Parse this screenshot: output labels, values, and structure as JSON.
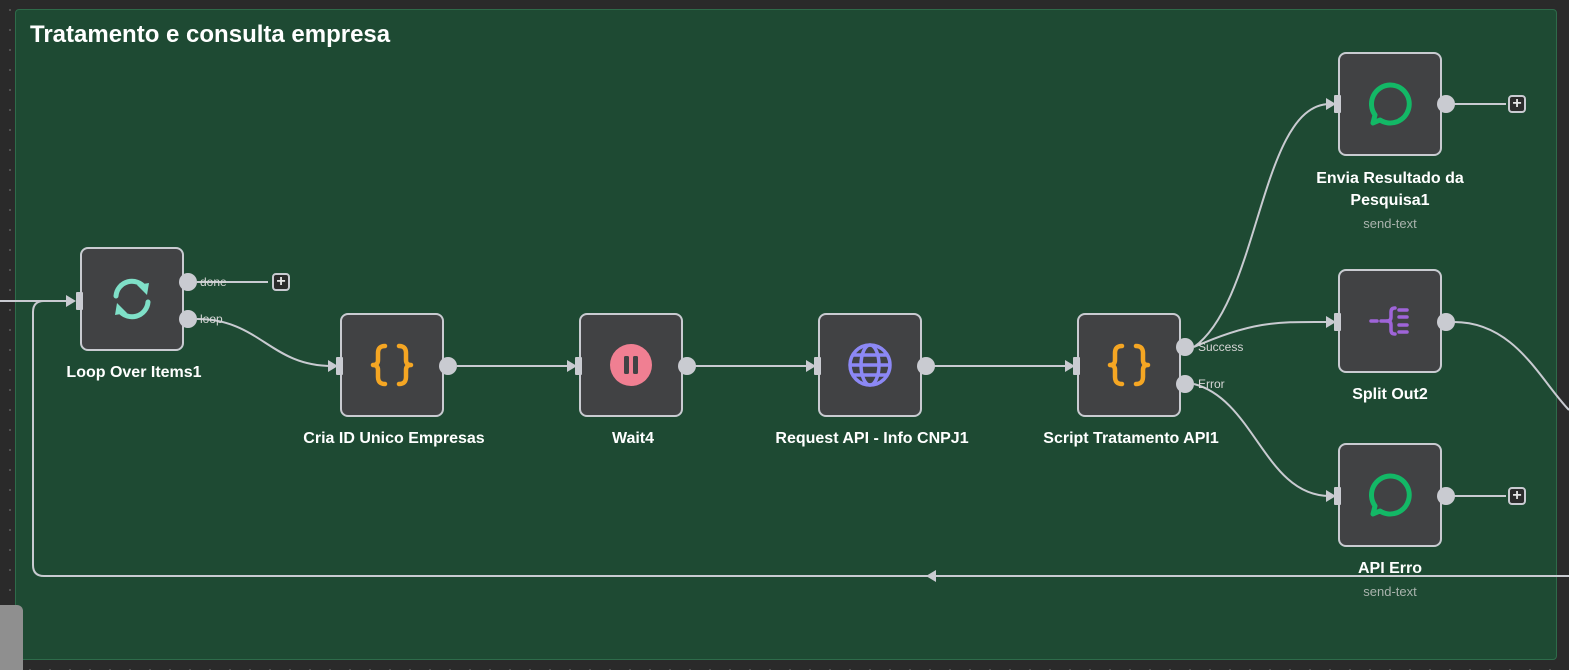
{
  "sticky": {
    "title": "Tratamento e consulta empresa"
  },
  "colors": {
    "sticky_bg": "#1e4a33",
    "node_bg": "#414244",
    "node_border": "#c9cbd1",
    "loop_icon": "#7fe0c8",
    "code_icon": "#f5a623",
    "wait_icon": "#f07f92",
    "http_icon": "#8c88f5",
    "chat_icon": "#13b866",
    "split_icon": "#9f64d9"
  },
  "nodes": {
    "loop": {
      "label": "Loop Over Items1",
      "icon": "refresh-icon",
      "outputs": {
        "done": "done",
        "loop": "loop"
      }
    },
    "cria_id": {
      "label": "Cria ID Unico Empresas",
      "icon": "code-braces-icon"
    },
    "wait": {
      "label": "Wait4",
      "icon": "pause-icon"
    },
    "request": {
      "label": "Request API - Info CNPJ1",
      "icon": "globe-icon"
    },
    "script": {
      "label": "Script Tratamento API1",
      "icon": "code-braces-icon",
      "outputs": {
        "success": "Success",
        "error": "Error"
      }
    },
    "envia": {
      "label": "Envia Resultado da Pesquisa1",
      "subtitle": "send-text",
      "icon": "chat-bubble-icon"
    },
    "split": {
      "label": "Split Out2",
      "icon": "split-out-icon"
    },
    "erro": {
      "label": "API Erro",
      "subtitle": "send-text",
      "icon": "chat-bubble-icon"
    }
  },
  "add_button": "+"
}
